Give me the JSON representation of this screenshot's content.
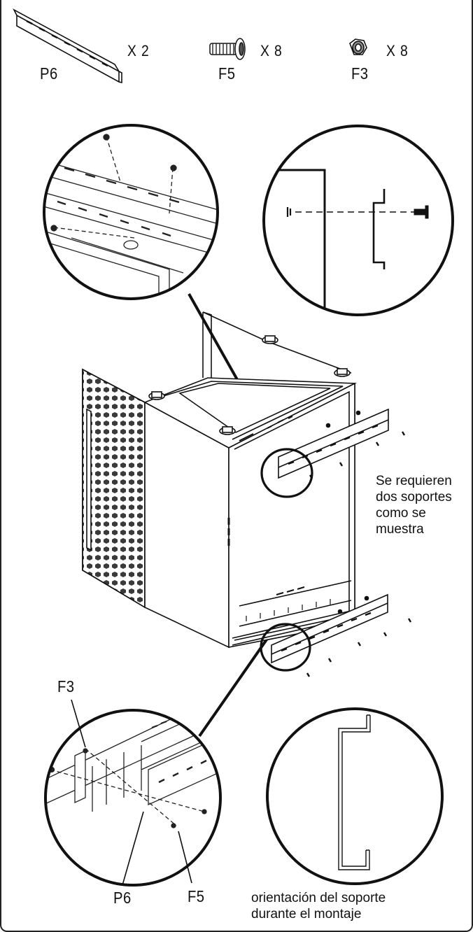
{
  "parts_header": {
    "items": [
      {
        "code": "P6",
        "qty": "X 2",
        "icon": "rail-bracket-icon"
      },
      {
        "code": "F5",
        "qty": "X 8",
        "icon": "bolt-icon"
      },
      {
        "code": "F3",
        "qty": "X 8",
        "icon": "nut-icon"
      }
    ]
  },
  "callouts": {
    "rail_note": [
      "Se requieren",
      "dos soportes",
      "como se",
      "muestra"
    ],
    "orientation_note": [
      "orientación del soporte",
      "durante el montaje"
    ],
    "detail_labels": {
      "nut": "F3",
      "rail": "P6",
      "bolt": "F5"
    }
  },
  "colors": {
    "ink": "#111111",
    "background": "#ffffff"
  }
}
